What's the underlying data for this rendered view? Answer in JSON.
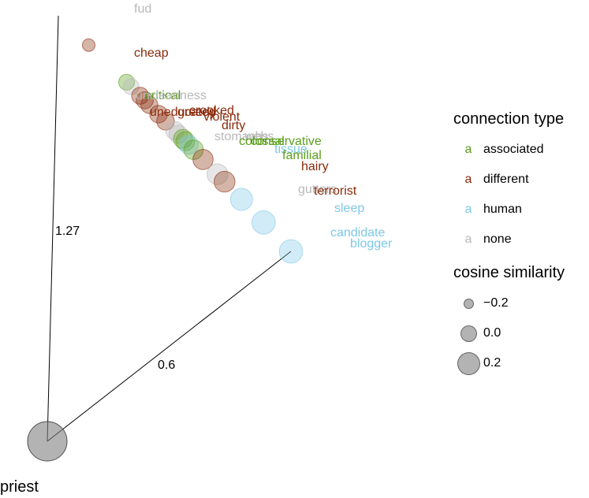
{
  "chart_data": {
    "type": "scatter",
    "title": "",
    "xlabel": "",
    "ylabel": "",
    "anchor": {
      "label": "priest",
      "similarity": 0.3
    },
    "axes": [
      {
        "label": "1.27",
        "target": "fud"
      },
      {
        "label": "0.6",
        "target": "blogger"
      }
    ],
    "colors": {
      "associated": "#5a9e1a",
      "different": "#8a2a0a",
      "human": "#7ec8e8",
      "none": "#b8b8b8"
    },
    "points": [
      {
        "word": "fud",
        "type": "none",
        "similarity": -0.3,
        "u": 0.0
      },
      {
        "word": "cheap",
        "type": "different",
        "similarity": -0.05,
        "u": 0.14
      },
      {
        "word": "critical",
        "type": "associated",
        "similarity": 0.0,
        "u": 0.31
      },
      {
        "word": "uncleanness",
        "type": "none",
        "similarity": 0.0,
        "u": 0.33
      },
      {
        "word": "uneducated",
        "type": "different",
        "similarity": 0.02,
        "u": 0.37
      },
      {
        "word": "greedy",
        "type": "different",
        "similarity": 0.02,
        "u": 0.39
      },
      {
        "word": "crooked",
        "type": "different",
        "similarity": 0.02,
        "u": 0.41
      },
      {
        "word": "violent",
        "type": "different",
        "similarity": 0.03,
        "u": 0.45
      },
      {
        "word": "dirty",
        "type": "different",
        "similarity": 0.03,
        "u": 0.48
      },
      {
        "word": "stomachs",
        "type": "none",
        "similarity": 0.04,
        "u": 0.52
      },
      {
        "word": "webs",
        "type": "none",
        "similarity": 0.04,
        "u": 0.535
      },
      {
        "word": "colossal",
        "type": "associated",
        "similarity": 0.05,
        "u": 0.555
      },
      {
        "word": "conservative",
        "type": "associated",
        "similarity": 0.05,
        "u": 0.565
      },
      {
        "word": "tissue",
        "type": "human",
        "similarity": 0.05,
        "u": 0.58
      },
      {
        "word": "familial",
        "type": "associated",
        "similarity": 0.06,
        "u": 0.6
      },
      {
        "word": "hairy",
        "type": "different",
        "similarity": 0.07,
        "u": 0.64
      },
      {
        "word": "gutters",
        "type": "none",
        "similarity": 0.08,
        "u": 0.7
      },
      {
        "word": "terrorist",
        "type": "different",
        "similarity": 0.08,
        "u": 0.73
      },
      {
        "word": "sleep",
        "type": "human",
        "similarity": 0.1,
        "u": 0.8
      },
      {
        "word": "candidate",
        "type": "human",
        "similarity": 0.12,
        "u": 0.89
      },
      {
        "word": "blogger",
        "type": "human",
        "similarity": 0.12,
        "u": 1.0
      }
    ],
    "legend": {
      "position": "right",
      "type_title": "connection type",
      "type_key": "a",
      "types": [
        "associated",
        "different",
        "human",
        "none"
      ],
      "size_title": "cosine similarity",
      "sizes": [
        {
          "label": "−0.2",
          "value": -0.2
        },
        {
          "label": "0.0",
          "value": 0.0
        },
        {
          "label": "0.2",
          "value": 0.2
        }
      ]
    }
  }
}
